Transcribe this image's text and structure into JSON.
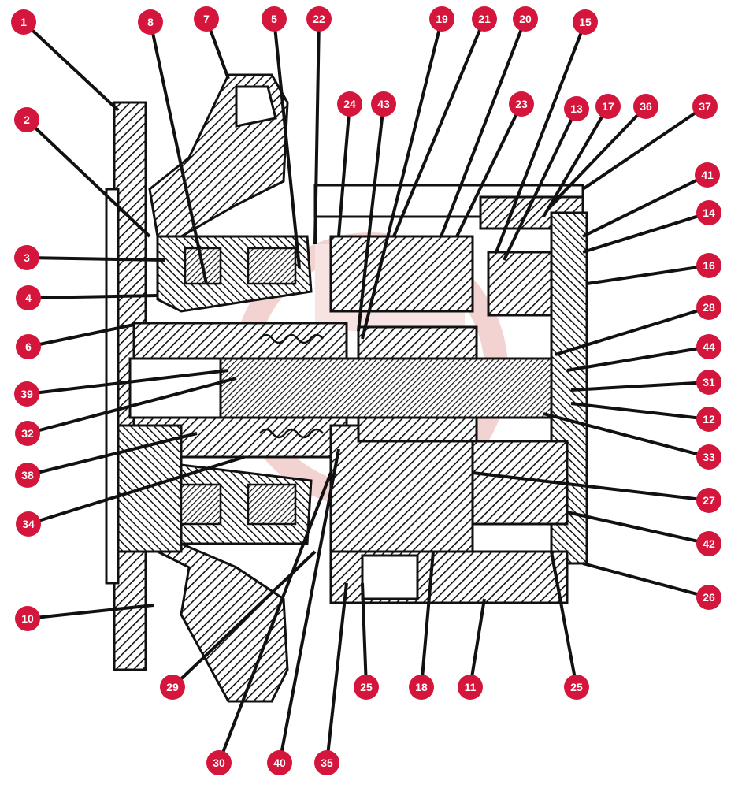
{
  "colors": {
    "ink": "#111111",
    "callout": "#d4163c",
    "callout_text": "#ffffff",
    "watermark": "#e8a6a6",
    "paper": "#ffffff"
  },
  "diagram": {
    "callouts": [
      "1",
      "2",
      "3",
      "4",
      "6",
      "39",
      "32",
      "38",
      "34",
      "10",
      "8",
      "7",
      "5",
      "22",
      "24",
      "43",
      "19",
      "21",
      "20",
      "23",
      "15",
      "13",
      "17",
      "36",
      "37",
      "41",
      "14",
      "16",
      "28",
      "44",
      "31",
      "12",
      "33",
      "27",
      "42",
      "26",
      "29",
      "30",
      "40",
      "35",
      "25",
      "18",
      "11",
      "25"
    ]
  }
}
